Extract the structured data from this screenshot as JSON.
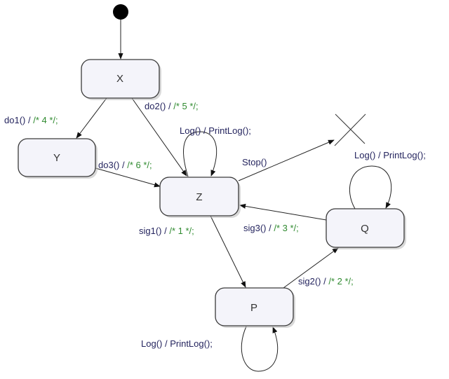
{
  "diagram": {
    "type": "state-machine",
    "colors": {
      "state_fill": "#f4f4fa",
      "state_border": "#3a3a3a",
      "trigger_text": "#24245e",
      "comment_text": "#2f8a2f",
      "edge": "#222222"
    },
    "initial": {
      "target": "X"
    },
    "terminate": {
      "name": "terminate"
    },
    "states": [
      {
        "id": "X",
        "label": "X"
      },
      {
        "id": "Y",
        "label": "Y"
      },
      {
        "id": "Z",
        "label": "Z"
      },
      {
        "id": "Q",
        "label": "Q"
      },
      {
        "id": "P",
        "label": "P"
      }
    ],
    "transitions": [
      {
        "id": "t-do1",
        "from": "X",
        "to": "Y",
        "trigger": "do1()",
        "separator": " / ",
        "action": "/* 4 */;",
        "action_kind": "comment"
      },
      {
        "id": "t-do2",
        "from": "X",
        "to": "Z",
        "trigger": "do2()",
        "separator": " / ",
        "action": "/* 5 */;",
        "action_kind": "comment"
      },
      {
        "id": "t-do3",
        "from": "Y",
        "to": "Z",
        "trigger": "do3()",
        "separator": " / ",
        "action": "/* 6 */;",
        "action_kind": "comment"
      },
      {
        "id": "t-logz",
        "from": "Z",
        "to": "Z",
        "trigger": "Log()",
        "separator": " / ",
        "action": "PrintLog();",
        "action_kind": "code"
      },
      {
        "id": "t-stop",
        "from": "Z",
        "to": "terminate",
        "trigger": "Stop()",
        "separator": "",
        "action": "",
        "action_kind": "none"
      },
      {
        "id": "t-sig1",
        "from": "Z",
        "to": "P",
        "trigger": "sig1()",
        "separator": " / ",
        "action": "/* 1 */;",
        "action_kind": "comment"
      },
      {
        "id": "t-sig2",
        "from": "P",
        "to": "Q",
        "trigger": "sig2()",
        "separator": " / ",
        "action": "/* 2 */;",
        "action_kind": "comment"
      },
      {
        "id": "t-sig3",
        "from": "Q",
        "to": "Z",
        "trigger": "sig3()",
        "separator": " / ",
        "action": "/* 3 */;",
        "action_kind": "comment"
      },
      {
        "id": "t-logq",
        "from": "Q",
        "to": "Q",
        "trigger": "Log()",
        "separator": " / ",
        "action": "PrintLog();",
        "action_kind": "code"
      },
      {
        "id": "t-logp",
        "from": "P",
        "to": "P",
        "trigger": "Log()",
        "separator": " / ",
        "action": "PrintLog();",
        "action_kind": "code"
      }
    ]
  }
}
